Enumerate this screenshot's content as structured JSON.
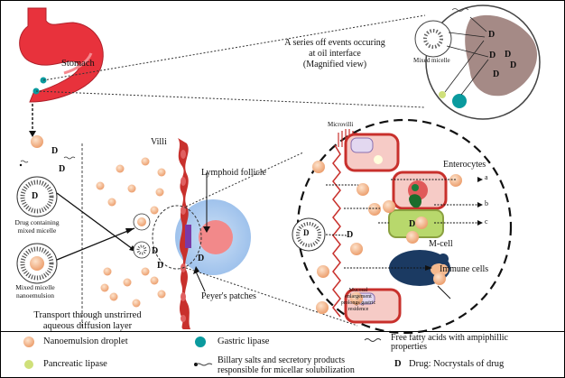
{
  "labels": {
    "stomach": "Stomach",
    "magnified_line1": "A series off events occuring",
    "magnified_line2": "at oil interface",
    "magnified_line3": "(Magnified view)",
    "mixed_micelle": "Mixed micelle",
    "drug_mark": "D",
    "villi": "Villi",
    "lymphoid_follicle": "Lymphoid follicle",
    "drug_containing_line1": "Drug containing",
    "drug_containing_line2": "mixed micelle",
    "mixed_micelle_nano_line1": "Mixed micelle",
    "mixed_micelle_nano_line2": "nanoemulsion",
    "peyers_patches": "Peyer's patches",
    "transport_line1": "Transport through unstrirred",
    "transport_line2": "aqueous diffusion layer",
    "microvilli": "Microvilli",
    "enterocytes": "Enterocytes",
    "m_cell": "M-cell",
    "immune_cells": "Immune cells",
    "mucosal_line1": "Mucosal",
    "mucosal_line2": "enlargement",
    "mucosal_line3": "prolongs gastric",
    "mucosal_line4": "residence",
    "route_a": "a",
    "route_b": "b",
    "route_c": "c"
  },
  "legend": {
    "nanoemulsion_droplet": "Nanoemulsion droplet",
    "gastric_lipase": "Gastric lipase",
    "free_fatty_line1": "Free fatty acids with ampiphillic",
    "free_fatty_line2": "properties",
    "pancreatic_lipase": "Pancreatic lipase",
    "billary_line1": "Billary salts and secretory products",
    "billary_line2": "responsible for micellar solubilization",
    "drug_prefix": "D",
    "drug_text": "Drug: Nocrystals of drug"
  },
  "colors": {
    "stomach": "#e8323c",
    "droplet": "#f4b98e",
    "gastric_lipase": "#0a9a9e",
    "pancreatic_lipase": "#cfe07a",
    "lymphoid": "#f2898a",
    "peyers": "#a8c8ee",
    "villi": "#c8302c",
    "brown_blob": "#a58a86"
  }
}
